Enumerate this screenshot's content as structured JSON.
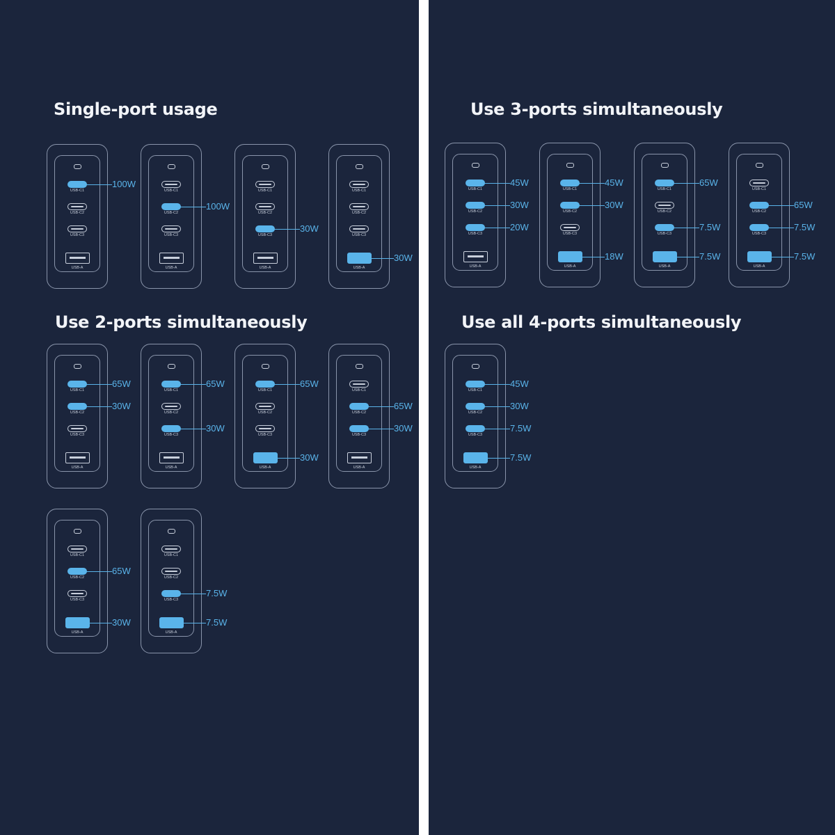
{
  "ports": {
    "c1": "USB-C1",
    "c2": "USB-C2",
    "c3": "USB-C3",
    "a": "USB-A"
  },
  "colors": {
    "background": "#1b253c",
    "divider": "#ffffff",
    "accent": "#5ab4ea",
    "outline": "#8a95ab",
    "title": "#f2f4f8"
  },
  "sections": [
    {
      "title": "Single-port usage",
      "chargers": [
        {
          "c1": "100W",
          "c2": "",
          "c3": "",
          "a": ""
        },
        {
          "c1": "",
          "c2": "100W",
          "c3": "",
          "a": ""
        },
        {
          "c1": "",
          "c2": "",
          "c3": "30W",
          "a": ""
        },
        {
          "c1": "",
          "c2": "",
          "c3": "",
          "a": "30W"
        }
      ]
    },
    {
      "title": "Use 2-ports simultaneously",
      "chargers": [
        {
          "c1": "65W",
          "c2": "30W",
          "c3": "",
          "a": ""
        },
        {
          "c1": "65W",
          "c2": "",
          "c3": "30W",
          "a": ""
        },
        {
          "c1": "65W",
          "c2": "",
          "c3": "",
          "a": "30W"
        },
        {
          "c1": "",
          "c2": "65W",
          "c3": "30W",
          "a": ""
        },
        {
          "c1": "",
          "c2": "65W",
          "c3": "",
          "a": "30W"
        },
        {
          "c1": "",
          "c2": "",
          "c3": "7.5W",
          "a": "7.5W"
        }
      ]
    },
    {
      "title": "Use 3-ports simultaneously",
      "chargers": [
        {
          "c1": "45W",
          "c2": "30W",
          "c3": "20W",
          "a": ""
        },
        {
          "c1": "45W",
          "c2": "30W",
          "c3": "",
          "a": "18W"
        },
        {
          "c1": "65W",
          "c2": "",
          "c3": "7.5W",
          "a": "7.5W"
        },
        {
          "c1": "",
          "c2": "65W",
          "c3": "7.5W",
          "a": "7.5W"
        }
      ]
    },
    {
      "title": "Use all 4-ports simultaneously",
      "chargers": [
        {
          "c1": "45W",
          "c2": "30W",
          "c3": "7.5W",
          "a": "7.5W"
        }
      ]
    }
  ]
}
